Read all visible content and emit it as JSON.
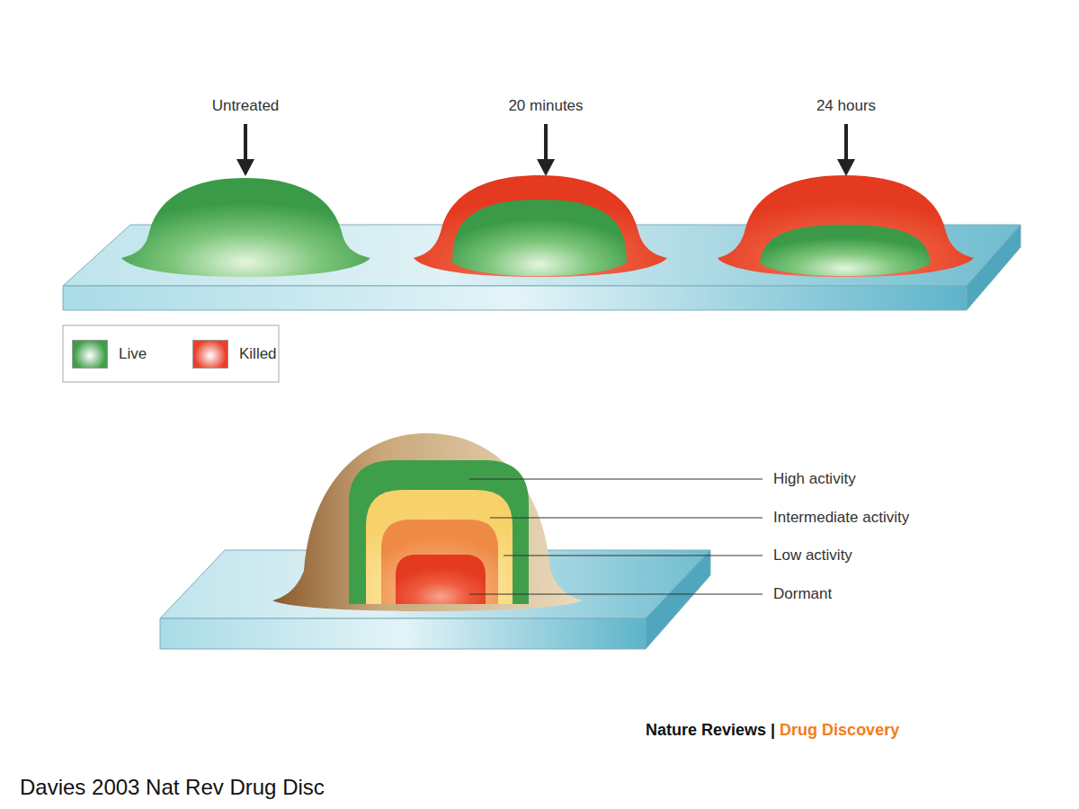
{
  "diagram": {
    "caption": "Davies 2003 Nat Rev Drug Disc",
    "labels": [
      "Untreated",
      "20 minutes",
      "24 hours",
      "High activity",
      "Intermediate activity",
      "Low activity",
      "Dormant",
      "Nature Reviews",
      "|",
      "Drug Discovery"
    ],
    "legend": [
      {
        "text": "Live",
        "color": "#3f9e4a"
      },
      {
        "text": "Killed",
        "color": "#e8402a"
      }
    ]
  }
}
